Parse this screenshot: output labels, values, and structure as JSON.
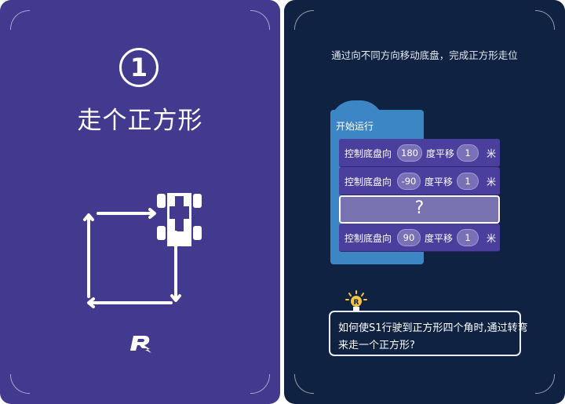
{
  "left_card": {
    "step_number": "1",
    "title": "走个正方形",
    "diagram": {
      "description": "square path with arrows and chassis icon",
      "icons": [
        "arrow-right",
        "arrow-down",
        "arrow-left",
        "arrow-up",
        "chassis-robot"
      ]
    },
    "logo": "R",
    "background_color": "#423a8e"
  },
  "right_card": {
    "instruction": "通过向不同方向移动底盘，完成正方形走位",
    "program": {
      "start_block": {
        "label": "开始运行",
        "color": "#3d86c6"
      },
      "blocks": [
        {
          "prefix": "控制底盘向",
          "angle": "180",
          "middle": "度平移",
          "distance": "1",
          "unit": "米"
        },
        {
          "prefix": "控制底盘向",
          "angle": "-90",
          "middle": "度平移",
          "distance": "1",
          "unit": "米"
        },
        {
          "mystery": "?"
        },
        {
          "prefix": "控制底盘向",
          "angle": "90",
          "middle": "度平移",
          "distance": "1",
          "unit": "米"
        }
      ]
    },
    "hint": {
      "icon": "lightbulb-icon",
      "line1": "如何使S1行驶到正方形四个角时,通过转弯",
      "line2": "来走一个正方形?"
    },
    "background_color": "#0f2242"
  }
}
